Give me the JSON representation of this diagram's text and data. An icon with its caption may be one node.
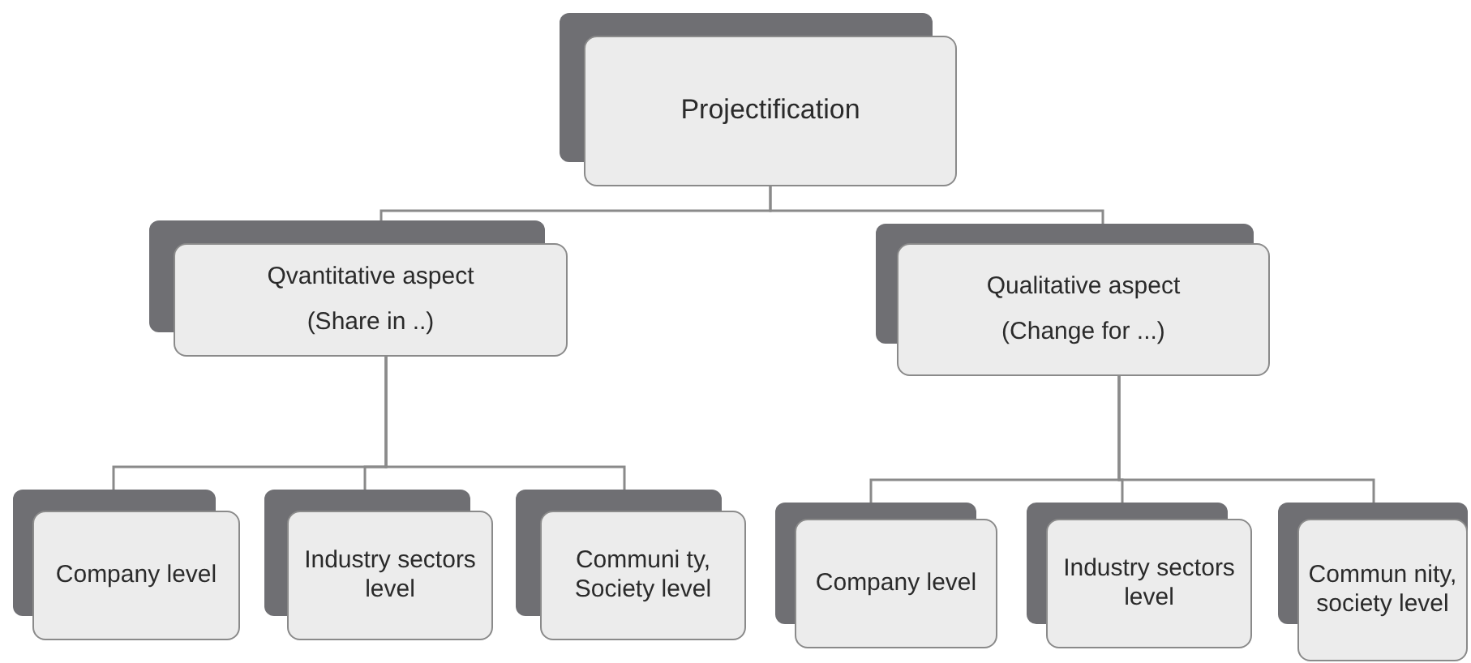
{
  "diagram": {
    "nodes": [
      {
        "text": [
          "Projectification"
        ]
      },
      {
        "text": [
          "Qvantitative aspect",
          "(Share in ..)"
        ]
      },
      {
        "text": [
          "Qualitative aspect",
          "(Change for ...)"
        ]
      },
      {
        "text": [
          "Company level"
        ]
      },
      {
        "text": [
          "Industry sectors level"
        ]
      },
      {
        "text": [
          "Communi ty, Society level"
        ]
      },
      {
        "text": [
          "Company level"
        ]
      },
      {
        "text": [
          "Industry sectors level"
        ]
      },
      {
        "text": [
          "Commun nity, society level"
        ]
      }
    ],
    "edges": [
      {
        "from": 0,
        "to": 1,
        "arrow": "none"
      },
      {
        "from": 0,
        "to": 2,
        "arrow": "none"
      },
      {
        "from": 1,
        "to": 3,
        "arrow": "none"
      },
      {
        "from": 1,
        "to": 4,
        "arrow": "none"
      },
      {
        "from": 1,
        "to": 5,
        "arrow": "none"
      },
      {
        "from": 2,
        "to": 6,
        "arrow": "none"
      },
      {
        "from": 2,
        "to": 7,
        "arrow": "none"
      },
      {
        "from": 2,
        "to": 8,
        "arrow": "none"
      }
    ]
  }
}
